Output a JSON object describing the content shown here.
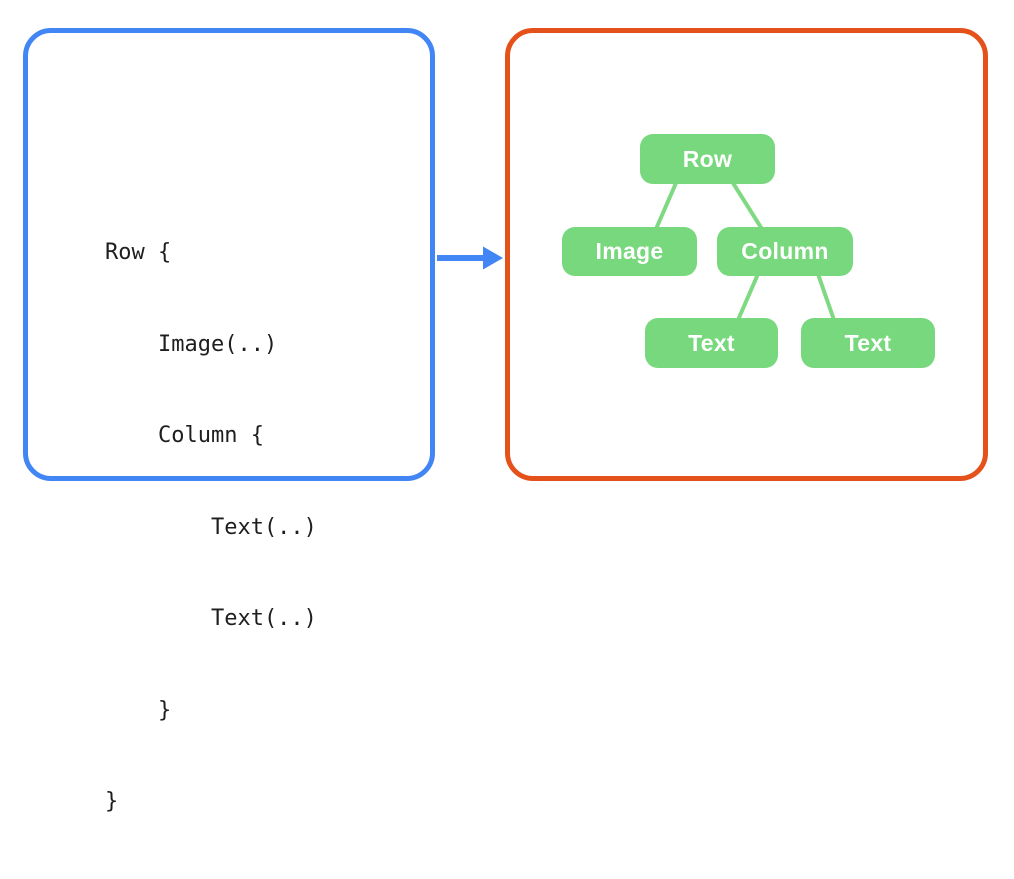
{
  "diagram": {
    "code_panel": {
      "lines": [
        "Row {",
        "    Image(..)",
        "    Column {",
        "        Text(..)",
        "        Text(..)",
        "    }",
        "}"
      ]
    },
    "arrow": {
      "direction": "right"
    },
    "tree_panel": {
      "nodes": [
        {
          "id": "row",
          "label": "Row"
        },
        {
          "id": "image",
          "label": "Image"
        },
        {
          "id": "column",
          "label": "Column"
        },
        {
          "id": "text-1",
          "label": "Text"
        },
        {
          "id": "text-2",
          "label": "Text"
        }
      ],
      "edges": [
        [
          0,
          1
        ],
        [
          0,
          2
        ],
        [
          2,
          3
        ],
        [
          2,
          4
        ]
      ]
    },
    "colors": {
      "code_panel_border": "#4285F4",
      "tree_panel_border": "#E4511B",
      "node_fill": "#78D87D",
      "node_text": "#FFFFFF",
      "connector": "#7FD983",
      "arrow": "#4285F4",
      "code_text": "#1E1E1E",
      "background": "#FFFFFF"
    }
  }
}
